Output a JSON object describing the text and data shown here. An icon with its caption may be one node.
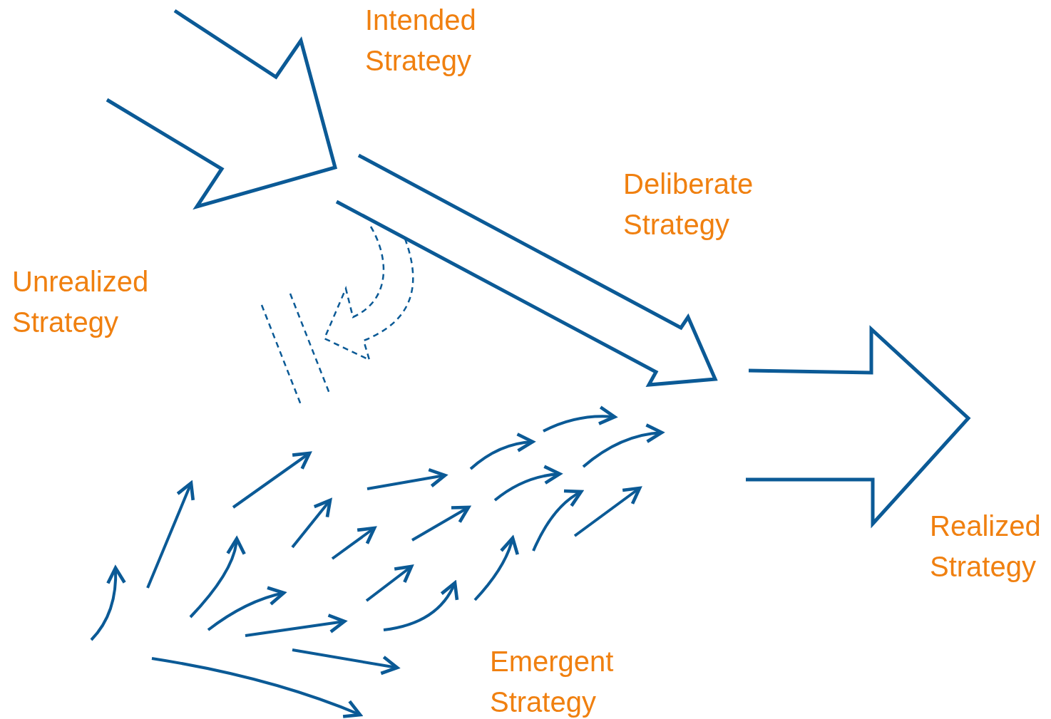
{
  "diagram": {
    "labels": [
      "Intended Strategy",
      "Deliberate Strategy",
      "Unrealized Strategy",
      "Realized Strategy",
      "Emergent Strategy"
    ]
  }
}
